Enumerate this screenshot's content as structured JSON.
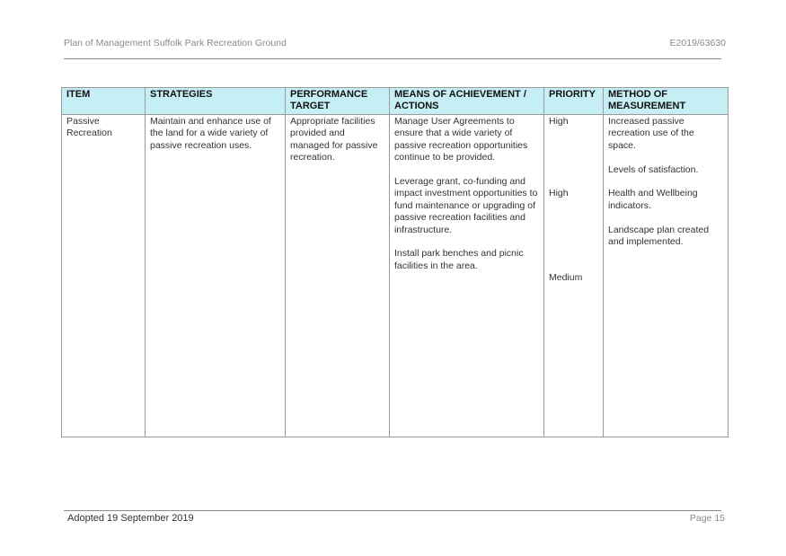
{
  "header": {
    "title": "Plan of Management  Suffolk Park Recreation Ground",
    "reference": "E2019/63630"
  },
  "table": {
    "columns": [
      "ITEM",
      "STRATEGIES",
      "PERFORMANCE TARGET",
      "MEANS OF ACHIEVEMENT / ACTIONS",
      "PRIORITY",
      "METHOD OF MEASUREMENT"
    ],
    "row": {
      "item": "Passive Recreation",
      "strategy": "Maintain and enhance use of the land for a wide variety of passive recreation uses.",
      "target": "Appropriate facilities provided and managed for passive recreation.",
      "actions": [
        "Manage User Agreements to ensure that a wide variety of passive recreation opportunities continue to be provided.",
        "Leverage grant, co-funding and impact investment opportunities to fund maintenance or upgrading of passive recreation facilities and infrastructure.",
        "Install park benches and picnic facilities in the area."
      ],
      "priorities": [
        "High",
        "High",
        "Medium"
      ],
      "measurements": [
        "Increased passive recreation use of the space.",
        "Levels of satisfaction.",
        "Health and Wellbeing indicators.",
        "Landscape plan created and implemented."
      ]
    }
  },
  "footer": {
    "adopted": "Adopted 19 September 2019",
    "page": "Page 15"
  }
}
